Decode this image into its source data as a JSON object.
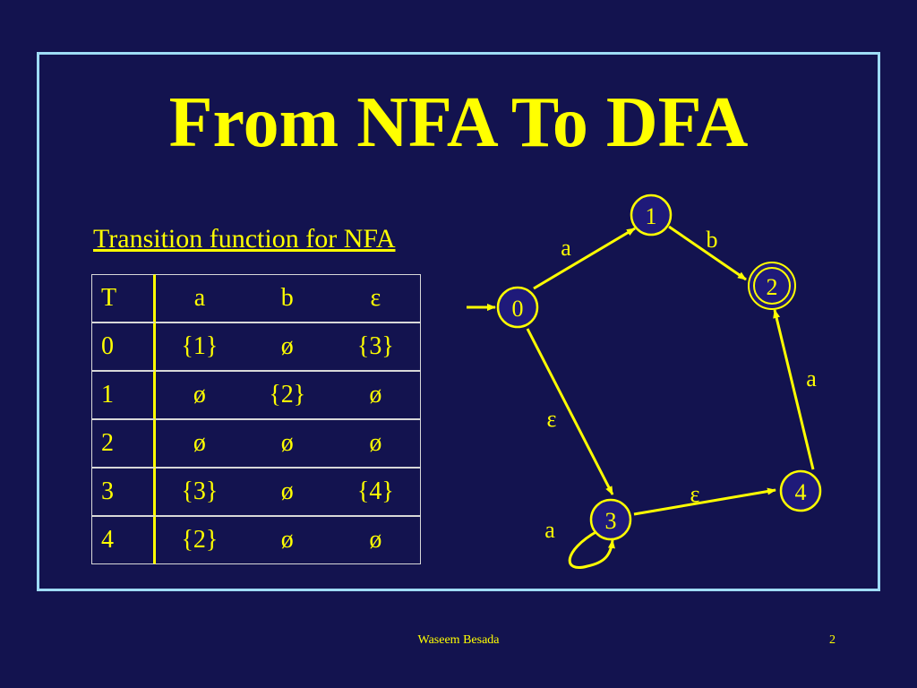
{
  "title": "From NFA To DFA",
  "table": {
    "caption": "Transition function for NFA",
    "headers": [
      "T",
      "a",
      "b",
      "ε"
    ],
    "rows": [
      [
        "0",
        "{1}",
        "ø",
        "{3}"
      ],
      [
        "1",
        "ø",
        "{2}",
        "ø"
      ],
      [
        "2",
        "ø",
        "ø",
        "ø"
      ],
      [
        "3",
        "{3}",
        "ø",
        "{4}"
      ],
      [
        "4",
        "{2}",
        "ø",
        "ø"
      ]
    ]
  },
  "nfa": {
    "states": [
      {
        "id": "0",
        "start": true,
        "accepting": false
      },
      {
        "id": "1",
        "start": false,
        "accepting": false
      },
      {
        "id": "2",
        "start": false,
        "accepting": true
      },
      {
        "id": "3",
        "start": false,
        "accepting": false
      },
      {
        "id": "4",
        "start": false,
        "accepting": false
      }
    ],
    "transitions": [
      {
        "from": "0",
        "to": "1",
        "label": "a"
      },
      {
        "from": "1",
        "to": "2",
        "label": "b"
      },
      {
        "from": "0",
        "to": "3",
        "label": "ε"
      },
      {
        "from": "3",
        "to": "3",
        "label": "a"
      },
      {
        "from": "3",
        "to": "4",
        "label": "ε"
      },
      {
        "from": "4",
        "to": "2",
        "label": "a"
      }
    ]
  },
  "footer": {
    "author": "Waseem Besada",
    "page": "2"
  },
  "colors": {
    "background": "#13134f",
    "text": "#ffff00",
    "frame": "#9fdcf6",
    "node_fill": "#1f1a7a"
  }
}
